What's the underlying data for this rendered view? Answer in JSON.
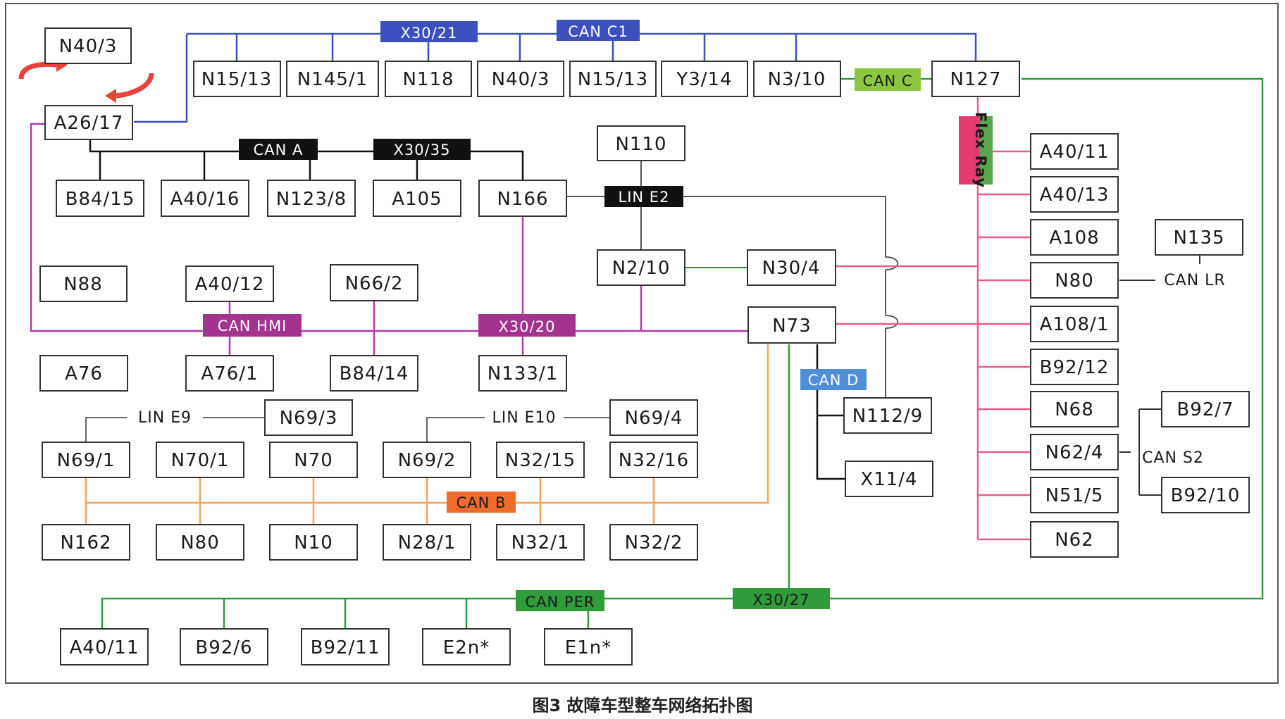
{
  "caption": "图3 故障车型整车网络拓扑图",
  "colors": {
    "can_c1_line": "#3b4fbf",
    "can_a_line": "#111111",
    "can_hmi_line": "#b23ba6",
    "flexray_line": "#ef5a8a",
    "can_per_line": "#2f9b3a",
    "can_b_line": "#f2a560",
    "lin_line": "#555555",
    "can_d_line": "#111111",
    "can_c_link": "#2f9b3a"
  },
  "nodes": {
    "n40_3_top": "N40/3",
    "a26_17": "A26/17",
    "n15_13_a": "N15/13",
    "n145_1": "N145/1",
    "n118": "N118",
    "n40_3": "N40/3",
    "n15_13_b": "N15/13",
    "y3_14": "Y3/14",
    "n3_10": "N3/10",
    "n127": "N127",
    "b84_15": "B84/15",
    "a40_16": "A40/16",
    "n123_8": "N123/8",
    "a105": "A105",
    "n166": "N166",
    "n110": "N110",
    "n2_10": "N2/10",
    "n30_4": "N30/4",
    "n88": "N88",
    "a40_12": "A40/12",
    "n66_2": "N66/2",
    "n73": "N73",
    "a76": "A76",
    "a76_1": "A76/1",
    "b84_14": "B84/14",
    "n133_1": "N133/1",
    "n69_3": "N69/3",
    "n69_4": "N69/4",
    "n112_9": "N112/9",
    "x11_4": "X11/4",
    "n69_1": "N69/1",
    "n70_1": "N70/1",
    "n70": "N70",
    "n69_2": "N69/2",
    "n32_15": "N32/15",
    "n32_16": "N32/16",
    "n162": "N162",
    "n80_b": "N80",
    "n10": "N10",
    "n28_1": "N28/1",
    "n32_1": "N32/1",
    "n32_2": "N32/2",
    "a40_11_f": "A40/11",
    "a40_13": "A40/13",
    "a108": "A108",
    "n135": "N135",
    "n80_f": "N80",
    "a108_1": "A108/1",
    "b92_12": "B92/12",
    "n68": "N68",
    "b92_7": "B92/7",
    "n62_4": "N62/4",
    "n51_5": "N51/5",
    "b92_10": "B92/10",
    "n62": "N62",
    "a40_11_p": "A40/11",
    "b92_6": "B92/6",
    "b92_11": "B92/11",
    "e2n": "E2n*",
    "e1n": "E1n*"
  },
  "buses": {
    "x30_21": "X30/21",
    "can_c1": "CAN C1",
    "can_c": "CAN C",
    "flexray": "Flex Ray",
    "can_a": "CAN A",
    "x30_35": "X30/35",
    "lin_e2": "LIN E2",
    "can_hmi": "CAN HMI",
    "x30_20": "X30/20",
    "can_d": "CAN D",
    "can_b": "CAN B",
    "can_per": "CAN PER",
    "x30_27": "X30/27"
  },
  "labels": {
    "lin_e9": "LIN E9",
    "lin_e10": "LIN E10",
    "can_lr": "CAN LR",
    "can_s2": "CAN S2"
  }
}
